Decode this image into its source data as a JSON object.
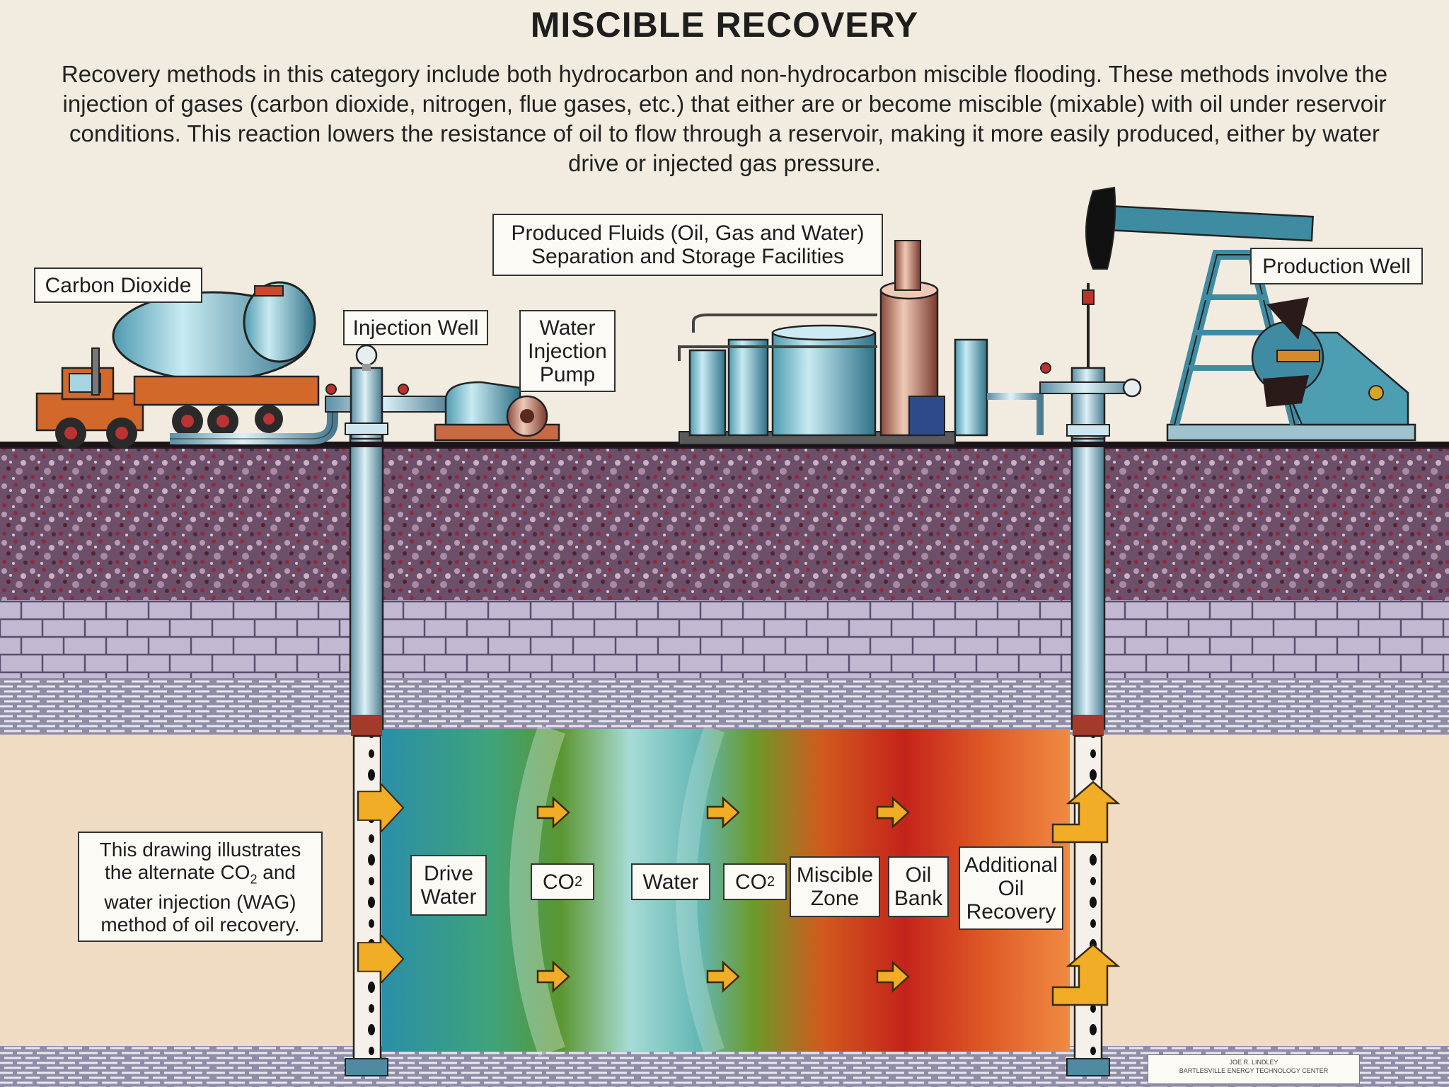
{
  "title": "MISCIBLE RECOVERY",
  "intro": "Recovery methods in this category include both hydrocarbon and non-hydrocarbon miscible flooding. These methods involve the injection of gases (carbon dioxide, nitrogen, flue gases, etc.) that either are or become miscible (mixable) with oil under reservoir conditions. This reaction lowers the resistance of oil to flow through a reservoir, making it more easily produced, either by water drive or injected gas pressure.",
  "labels": {
    "carbon_dioxide": "Carbon Dioxide",
    "injection_well": "Injection Well",
    "water_injection_pump": "Water\nInjection\nPump",
    "produced_fluids": "Produced Fluids (Oil, Gas and Water)\nSeparation and Storage Facilities",
    "production_well": "Production Well"
  },
  "zones": {
    "drive_water": "Drive\nWater",
    "co2_a": "CO",
    "co2_a_sub": "2",
    "water": "Water",
    "co2_b": "CO",
    "co2_b_sub": "2",
    "miscible_zone": "Miscible\nZone",
    "oil_bank": "Oil\nBank",
    "additional_oil": "Additional\nOil\nRecovery"
  },
  "note": {
    "line1": "This drawing illustrates",
    "line2_pre": "the alternate CO",
    "line2_sub": "2",
    "line2_post": " and",
    "line3": "water injection (WAG)",
    "line4": "method of oil recovery."
  },
  "credit": {
    "line1": "JOE R. LINDLEY",
    "line2": "BARTLESVILLE ENERGY TECHNOLOGY CENTER"
  },
  "colors": {
    "background": "#f2ece0",
    "soil": "#6a4a66",
    "limestone": "#b9aec8",
    "shale": "#8c8aa2",
    "reservoir_rock": "#efdcc2",
    "arrow": "#f1ad26",
    "pipe": "#9fc6d6"
  }
}
